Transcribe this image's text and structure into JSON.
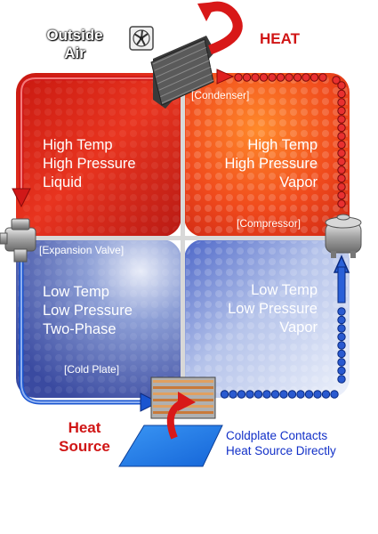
{
  "quadrants": {
    "top_left": [
      "High Temp",
      "High Pressure",
      "Liquid"
    ],
    "top_right": [
      "High Temp",
      "High Pressure",
      "Vapor"
    ],
    "bottom_left": [
      "Low Temp",
      "Low Pressure",
      "Two-Phase"
    ],
    "bottom_right": [
      "Low Temp",
      "Low Pressure",
      "Vapor"
    ]
  },
  "components": {
    "condenser": "[Condenser]",
    "compressor": "[Compressor]",
    "expansion_valve": "[Expansion Valve]",
    "cold_plate": "[Cold Plate]"
  },
  "labels": {
    "outside_air": [
      "Outside",
      "Air"
    ],
    "heat": "HEAT",
    "heat_source": [
      "Heat",
      "Source"
    ],
    "coldplate_note": [
      "Coldplate Contacts",
      "Heat Source Directly"
    ]
  },
  "colors": {
    "hot_quadrant": "#e8321e",
    "cold_quadrant": "#4b5fb0",
    "heat_text": "#d01515",
    "note_text": "#1230c8",
    "plate": "#1f7fe8",
    "hot_line": "#e02020",
    "cold_line": "#1a55d0"
  }
}
